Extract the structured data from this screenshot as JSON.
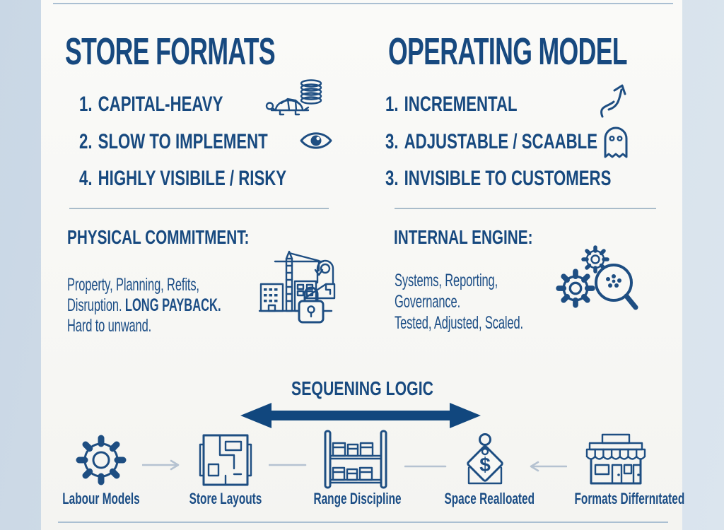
{
  "colors": {
    "navy_text": "#17497f",
    "icon_stroke": "#1e4e82",
    "big_arrow": "#11477e",
    "connector_gray": "#b5c2d1",
    "divider_gray": "#a9bcca",
    "card_bg": "#f8f8f5",
    "page_bg": "#d3dee9"
  },
  "left_col": {
    "title": "STORE FORMATS",
    "items": [
      {
        "num": "1.",
        "label": "CAPITAL-HEAVY",
        "icon": "turtle-coins-icon"
      },
      {
        "num": "2.",
        "label": "SLOW TO IMPLEMENT",
        "icon": "eye-icon"
      },
      {
        "num": "4.",
        "label": "HIGHLY VISIBILE / RISKY",
        "icon": ""
      }
    ],
    "section_header": "PHYSICAL COMMITMENT:",
    "body": {
      "line1": "Property, Planning, Refits,",
      "line2_normal": "Disruption. ",
      "line2_bold": "LONG PAYBACK.",
      "line3": "Hard to unwand."
    },
    "section_icon": "construction-crane-lock-icon"
  },
  "right_col": {
    "title": "OPERATING MODEL",
    "items": [
      {
        "num": "1.",
        "label": "INCREMENTAL",
        "icon": "curved-arrow-icon"
      },
      {
        "num": "3.",
        "label": "ADJUSTABLE / SCAABLE",
        "icon": "ghost-icon"
      },
      {
        "num": "3.",
        "label": "INVISIBLE TO CUSTOMERS",
        "icon": ""
      }
    ],
    "section_header": "INTERNAL ENGINE:",
    "body": {
      "line1": "Systems, Reporting,",
      "line2": "Governance.",
      "line3": "Tested, Adjusted, Scaled."
    },
    "section_icon": "gears-magnifier-icon"
  },
  "sequencing": {
    "title": "SEQUENING LOGIC",
    "arrow": "double-headed-arrow",
    "steps": [
      {
        "label": "Labour Models",
        "icon": "gear-icon"
      },
      {
        "label": "Store Layouts",
        "icon": "floorplan-icon"
      },
      {
        "label": "Range Discipline",
        "icon": "shelf-rack-icon"
      },
      {
        "label": "Space Realloated",
        "icon": "price-tag-icon",
        "tag_symbol": "$"
      },
      {
        "label": "Formats Differnıtated",
        "icon": "storefront-icon"
      }
    ],
    "connectors": [
      "arrow-right",
      "line",
      "line",
      "arrow-left"
    ]
  }
}
